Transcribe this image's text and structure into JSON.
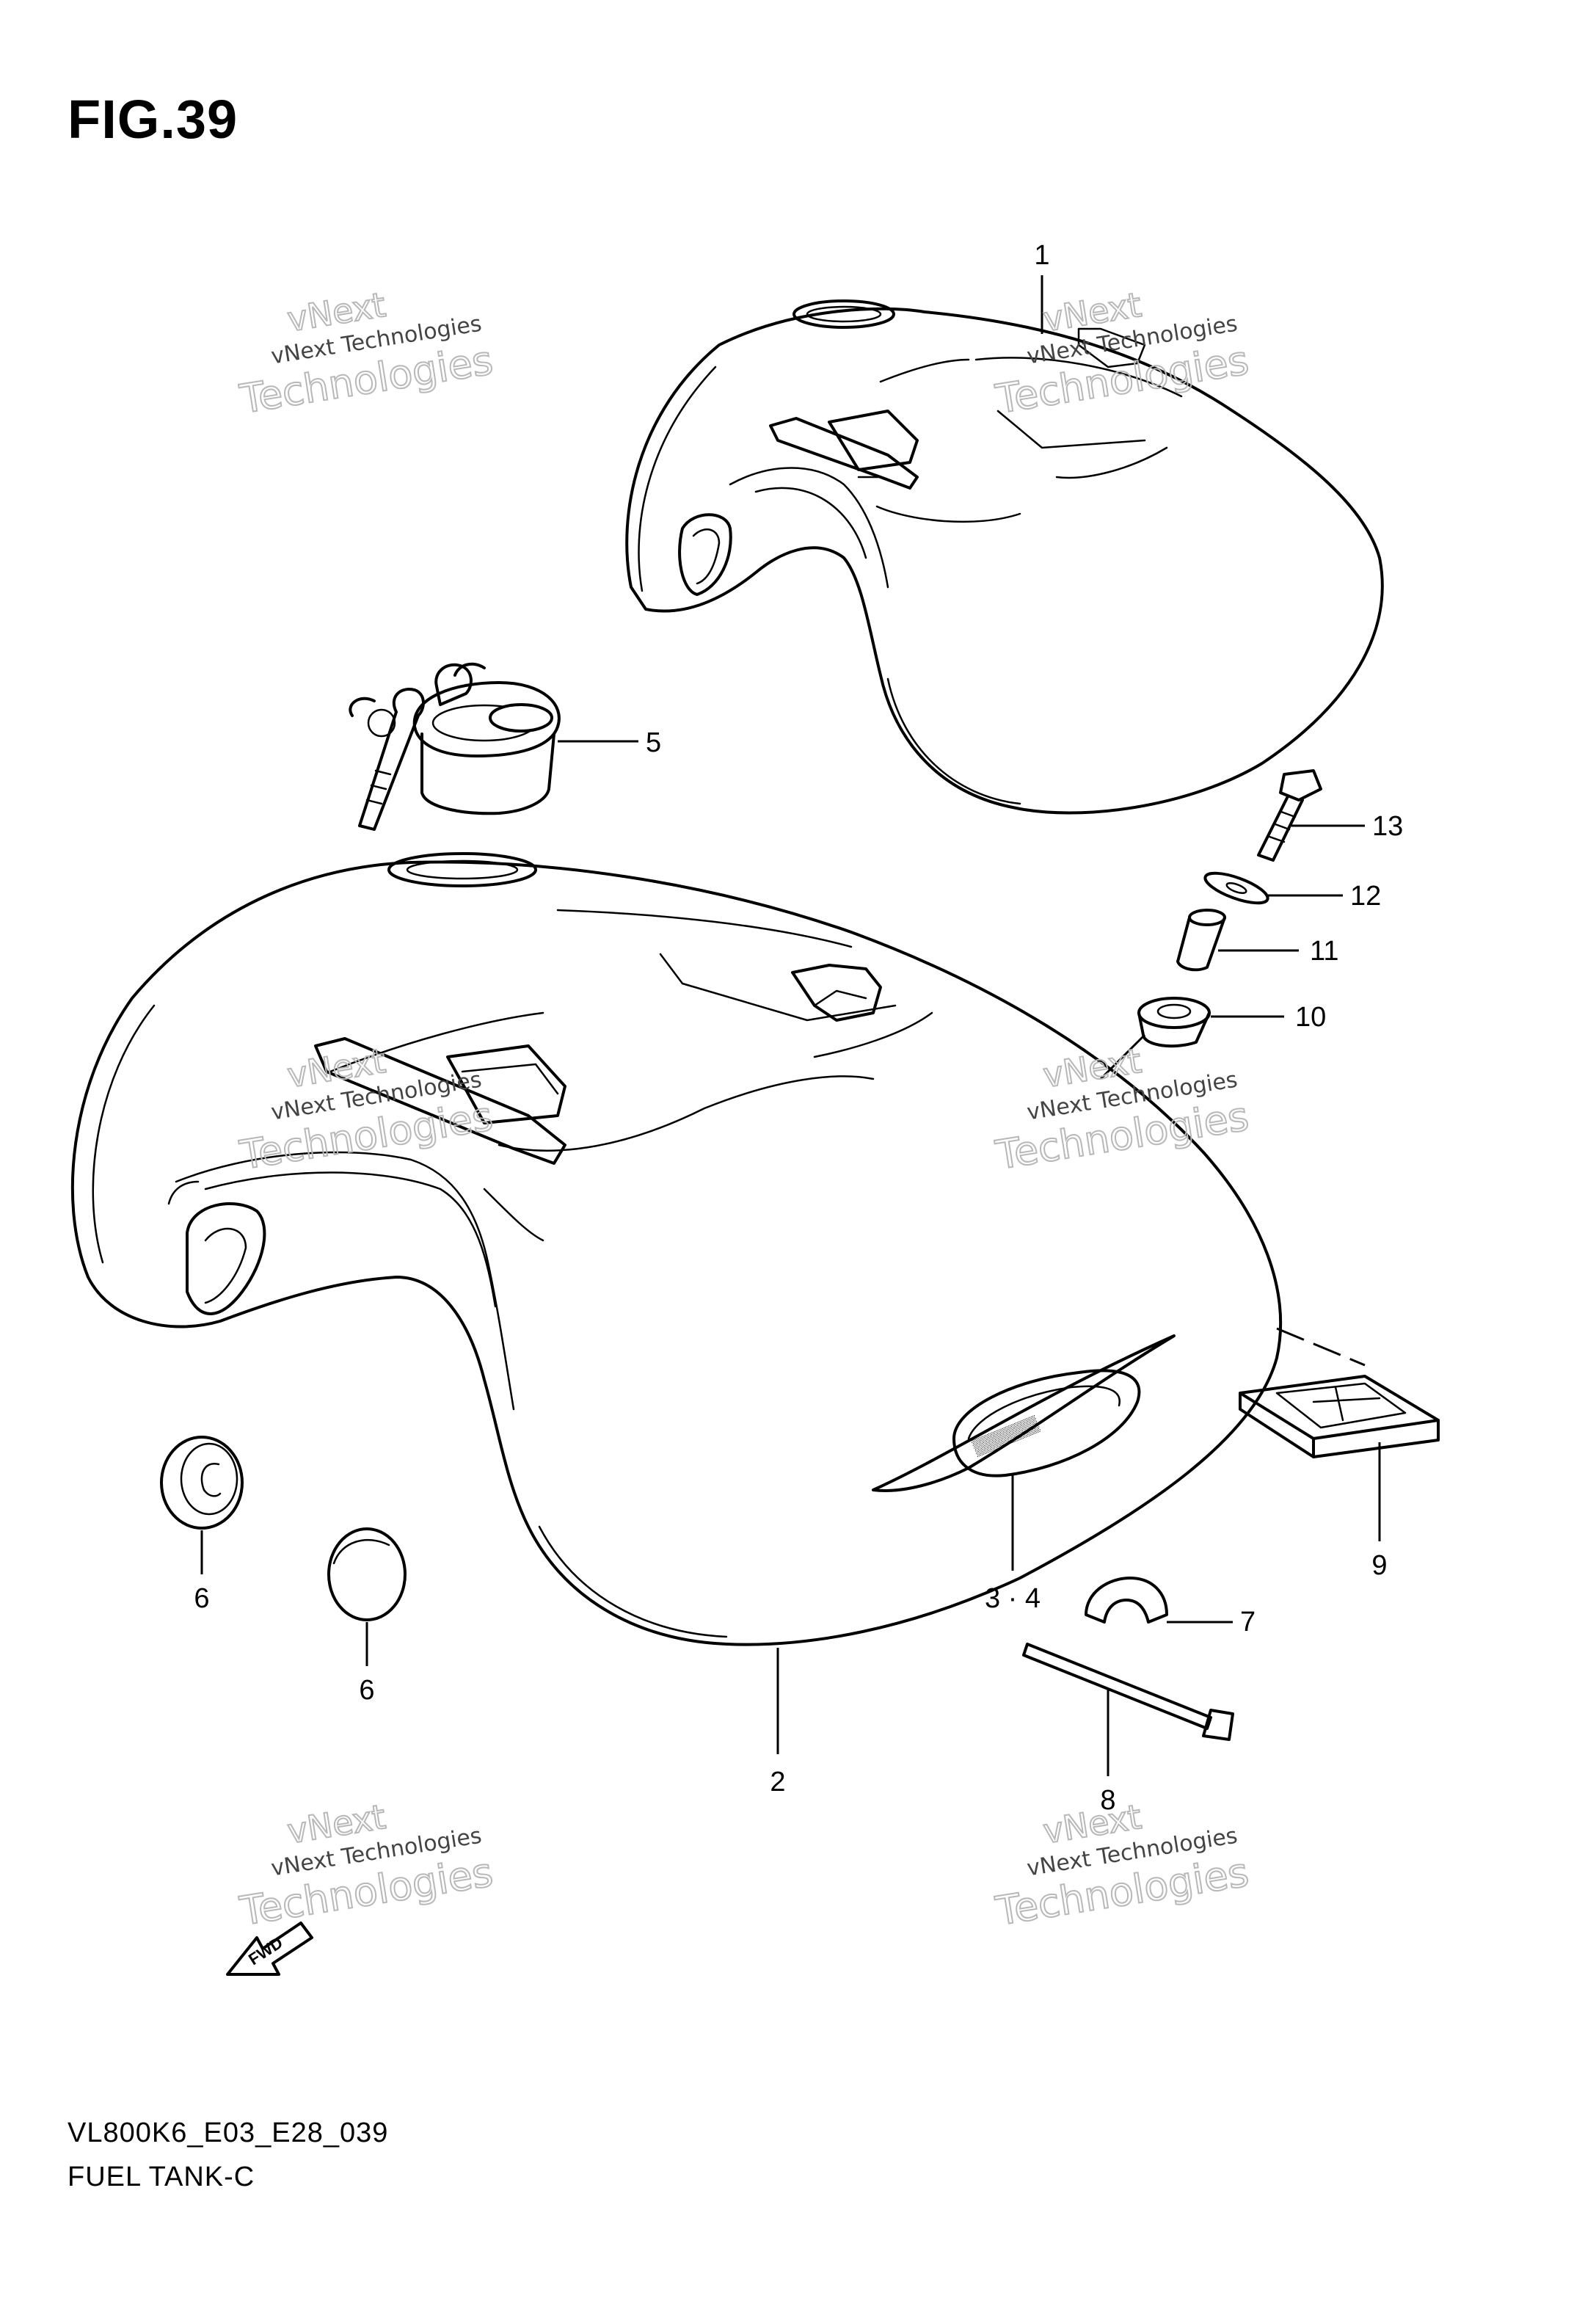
{
  "figure": {
    "title": "FIG.39"
  },
  "parts": [
    {
      "ref": "1",
      "name": "fuel-tank-top-view"
    },
    {
      "ref": "2",
      "name": "fuel-tank"
    },
    {
      "ref": "3 · 4",
      "name": "tank-emblem"
    },
    {
      "ref": "5",
      "name": "fuel-cap-with-keys"
    },
    {
      "ref": "6",
      "name": "tank-cap-plug-left"
    },
    {
      "ref": "6",
      "name": "tank-cap-plug-right"
    },
    {
      "ref": "7",
      "name": "hose-clamp"
    },
    {
      "ref": "8",
      "name": "cable-tie"
    },
    {
      "ref": "9",
      "name": "tank-cushion-pad"
    },
    {
      "ref": "10",
      "name": "grommet"
    },
    {
      "ref": "11",
      "name": "spacer"
    },
    {
      "ref": "12",
      "name": "washer"
    },
    {
      "ref": "13",
      "name": "bolt"
    }
  ],
  "watermark": {
    "line": "vNext Technologies",
    "brand_top": "vNext",
    "brand_bottom": "Technologies"
  },
  "direction_marker": "FWD",
  "footer": {
    "model_code": "VL800K6_E03_E28_039",
    "section_name": "FUEL TANK-C"
  }
}
